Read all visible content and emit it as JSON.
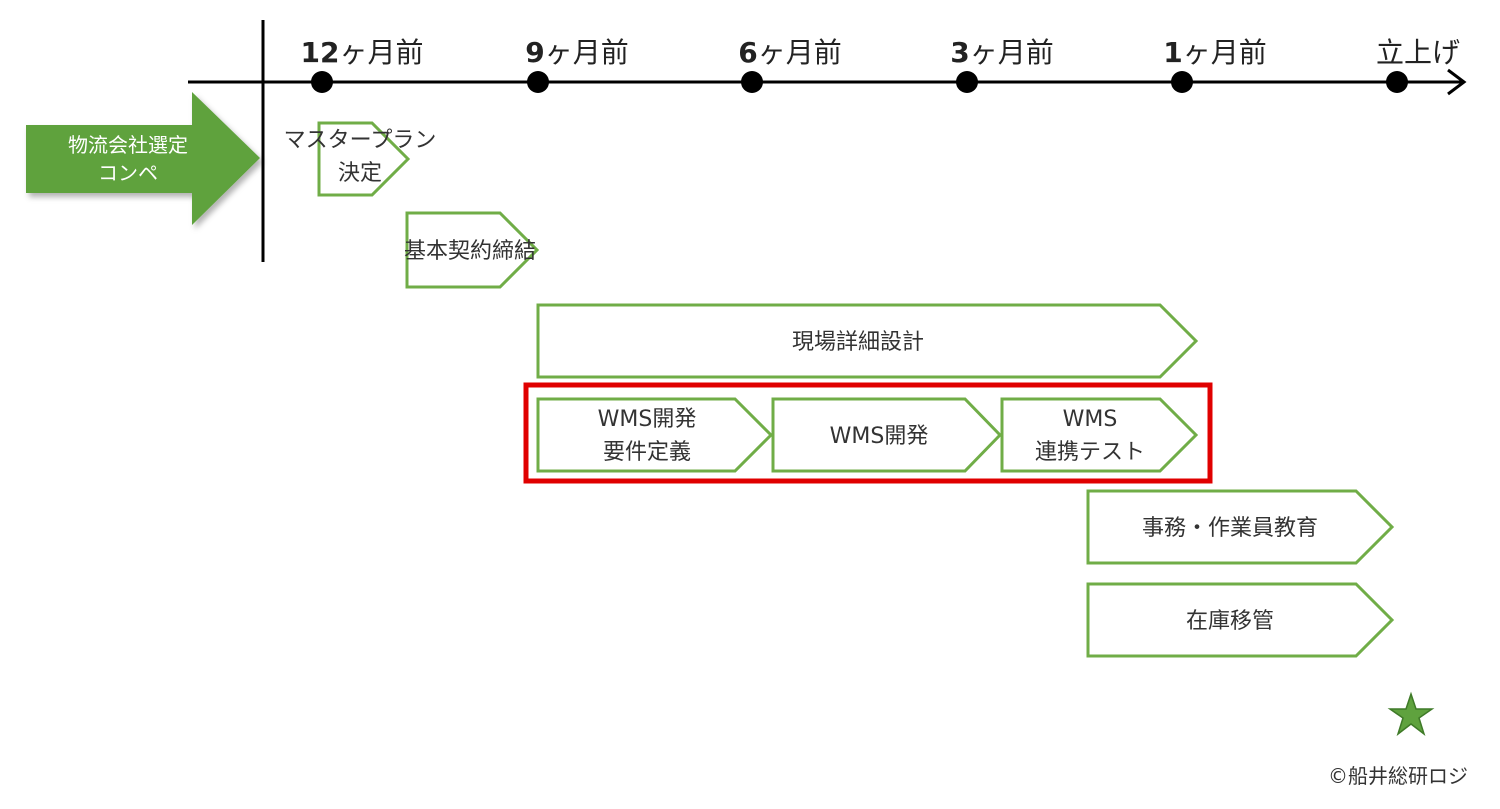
{
  "timeline": {
    "milestones": [
      {
        "prefix": "12",
        "suffix": "ヶ月前"
      },
      {
        "prefix": "9",
        "suffix": "ヶ月前"
      },
      {
        "prefix": "6",
        "suffix": "ヶ月前"
      },
      {
        "prefix": "3",
        "suffix": "ヶ月前"
      },
      {
        "prefix": "1",
        "suffix": "ヶ月前"
      },
      {
        "prefix": "",
        "suffix": "立上げ"
      }
    ]
  },
  "start_arrow": {
    "line1": "物流会社選定",
    "line2": "コンペ",
    "color": "#5fa23e"
  },
  "tasks": {
    "master_plan": {
      "line1": "マスタープラン",
      "line2": "決定"
    },
    "basic_contract": {
      "label": "基本契約締結"
    },
    "site_design": {
      "label": "現場詳細設計"
    },
    "wms_req": {
      "line1": "WMS開発",
      "line2": "要件定義"
    },
    "wms_dev": {
      "label": "WMS開発"
    },
    "wms_test": {
      "line1": "WMS",
      "line2": "連携テスト"
    },
    "training": {
      "label": "事務・作業員教育"
    },
    "inventory": {
      "label": "在庫移管"
    }
  },
  "colors": {
    "task_border": "#70ad47",
    "highlight": "#e00000",
    "star": "#5fa23e"
  },
  "credit": "©船井総研ロジ"
}
